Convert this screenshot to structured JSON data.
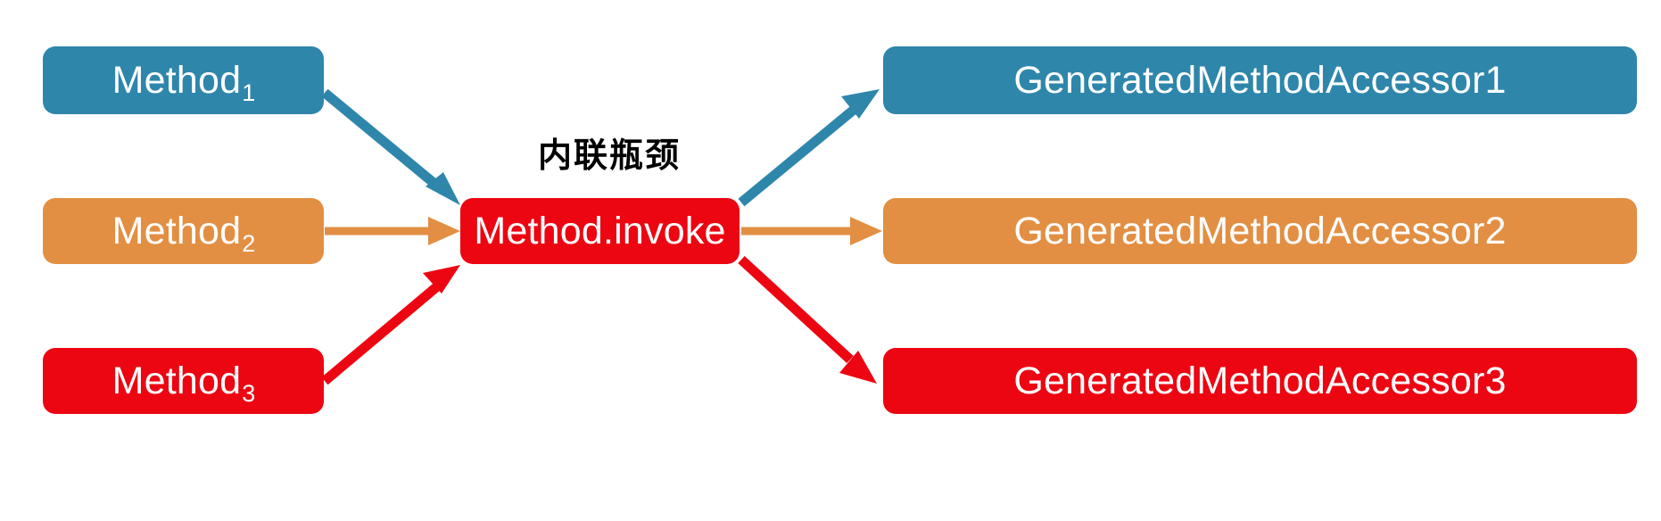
{
  "diagram": {
    "title_annotation": "内联瓶颈",
    "colors": {
      "blue": "#2E86AB",
      "orange": "#E28F43",
      "red": "#EC0612",
      "background": "#FFFFFF",
      "node_text": "#FFFFFF",
      "annotation_text": "#000000"
    },
    "left_nodes": [
      {
        "base": "Method",
        "sub": "1",
        "color": "#2E86AB",
        "name": "method-1"
      },
      {
        "base": "Method",
        "sub": "2",
        "color": "#E28F43",
        "name": "method-2"
      },
      {
        "base": "Method",
        "sub": "3",
        "color": "#EC0612",
        "name": "method-3"
      }
    ],
    "center_node": {
      "label": "Method.invoke",
      "color": "#EC0612",
      "name": "method-invoke"
    },
    "right_nodes": [
      {
        "label": "GeneratedMethodAccessor1",
        "color": "#2E86AB",
        "name": "accessor-1"
      },
      {
        "label": "GeneratedMethodAccessor2",
        "color": "#E28F43",
        "name": "accessor-2"
      },
      {
        "label": "GeneratedMethodAccessor3",
        "color": "#EC0612",
        "name": "accessor-3"
      }
    ],
    "edges": [
      {
        "from": "Method1",
        "to": "Method.invoke",
        "color": "#2E86AB",
        "style": "diagonal-down"
      },
      {
        "from": "Method2",
        "to": "Method.invoke",
        "color": "#E28F43",
        "style": "horizontal"
      },
      {
        "from": "Method3",
        "to": "Method.invoke",
        "color": "#EC0612",
        "style": "diagonal-up"
      },
      {
        "from": "Method.invoke",
        "to": "GeneratedMethodAccessor1",
        "color": "#2E86AB",
        "style": "diagonal-up"
      },
      {
        "from": "Method.invoke",
        "to": "GeneratedMethodAccessor2",
        "color": "#E28F43",
        "style": "horizontal"
      },
      {
        "from": "Method.invoke",
        "to": "GeneratedMethodAccessor3",
        "color": "#EC0612",
        "style": "diagonal-down"
      }
    ]
  }
}
